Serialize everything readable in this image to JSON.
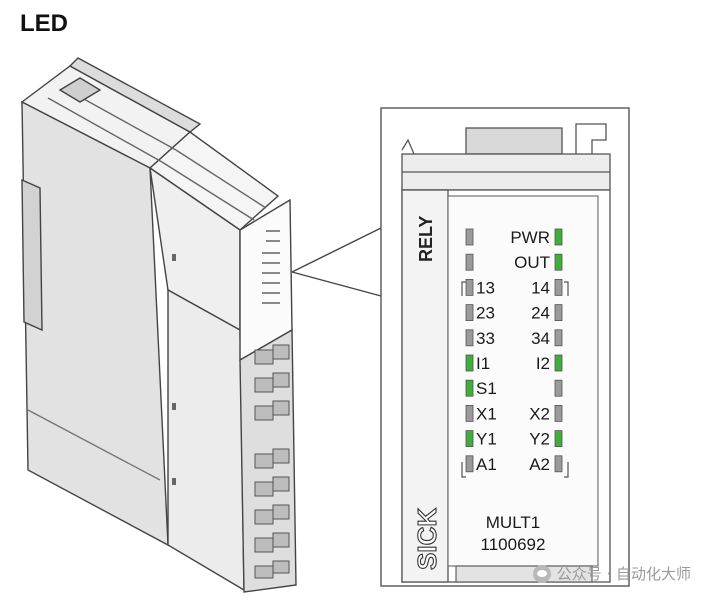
{
  "heading": "LED",
  "module": {
    "type_label": "RELY",
    "brand": "SICK",
    "model": "MULT1",
    "part_number": "1100692"
  },
  "colors": {
    "led_on": "#3fae3a",
    "led_off": "#9a9a9a",
    "outline": "#555555"
  },
  "led_rows": [
    {
      "left_label": "",
      "left_state": "off",
      "right_label": "PWR",
      "right_state": "on"
    },
    {
      "left_label": "",
      "left_state": "off",
      "right_label": "OUT",
      "right_state": "on"
    },
    {
      "left_label": "13",
      "left_state": "off",
      "right_label": "14",
      "right_state": "off"
    },
    {
      "left_label": "23",
      "left_state": "off",
      "right_label": "24",
      "right_state": "off"
    },
    {
      "left_label": "33",
      "left_state": "off",
      "right_label": "34",
      "right_state": "off"
    },
    {
      "left_label": "I1",
      "left_state": "on",
      "right_label": "I2",
      "right_state": "on"
    },
    {
      "left_label": "S1",
      "left_state": "on",
      "right_label": "",
      "right_state": "off"
    },
    {
      "left_label": "X1",
      "left_state": "off",
      "right_label": "X2",
      "right_state": "off"
    },
    {
      "left_label": "Y1",
      "left_state": "on",
      "right_label": "Y2",
      "right_state": "on"
    },
    {
      "left_label": "A1",
      "left_state": "off",
      "right_label": "A2",
      "right_state": "off"
    }
  ],
  "watermark": {
    "text": "公众号 · 自动化大师",
    "icon": "wechat-icon"
  }
}
